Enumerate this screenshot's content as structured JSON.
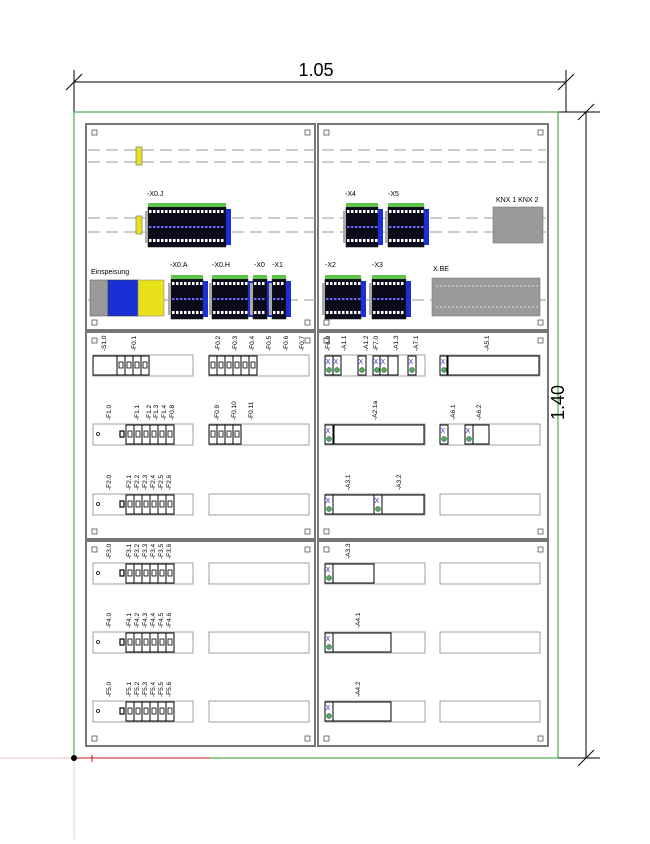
{
  "dimensions": {
    "width_label": "1.05",
    "height_label": "1.40"
  },
  "top_left_labels": {
    "x0j": "-X0.J",
    "einspeisung": "Einspeisung",
    "x0a": "-X0.A",
    "x0h": "-X0.H",
    "x0": "-X0",
    "x1": "-X1"
  },
  "top_right_labels": {
    "x4": "-X4",
    "x5": "-X5",
    "knx": "KNX 1 KNX 2",
    "x2": "-X2",
    "x3": "-X3",
    "xbe": "X.BE"
  },
  "row1_left": [
    "-S1.0",
    "-F0.1",
    "-F0.2",
    "-F0.3",
    "-F0.4",
    "-F0.5",
    "-F0.6",
    "-F0.7"
  ],
  "row1_right": [
    "-F6.0",
    "-A1.1",
    "-A1.2",
    "-F7.0",
    "-A1.3",
    "-A7.1",
    "-A5.1"
  ],
  "row2_left": [
    "-F1.0",
    "-F1.1",
    "-F1.2",
    "-F1.3",
    "-F1.4",
    "-F0.8",
    "-F0.9",
    "-F0.10",
    "-F0.11"
  ],
  "row2_right": [
    "-A2.1a",
    "-A6.1",
    "-A6.2"
  ],
  "row3_left": [
    "-F2.0",
    "-F2.1",
    "-F2.2",
    "-F2.3",
    "-F2.4",
    "-F2.5",
    "-F2.6"
  ],
  "row3_right": [
    "-A3.1",
    "-A3.2"
  ],
  "row4_left": [
    "-F3.0",
    "-F3.1",
    "-F3.2",
    "-F3.3",
    "-F3.4",
    "-F3.5",
    "-F3.6"
  ],
  "row4_right": [
    "-A3.3"
  ],
  "row5_left": [
    "-F4.0",
    "-F4.1",
    "-F4.2",
    "-F4.3",
    "-F4.4",
    "-F4.5",
    "-F4.6"
  ],
  "row5_right": [
    "-A4.1"
  ],
  "row6_left": [
    "-F5.0",
    "-F5.1",
    "-F5.2",
    "-F5.3",
    "-F5.4",
    "-F5.5",
    "-F5.6"
  ],
  "row6_right": [
    "-A4.2"
  ],
  "colors": {
    "frame": "#777777",
    "outer": "#2a9d2a",
    "blue": "#1b2fd6",
    "green": "#5fc44a",
    "yellow": "#e9e21a",
    "grey": "#9a9a9a",
    "red": "#c21a1a"
  }
}
